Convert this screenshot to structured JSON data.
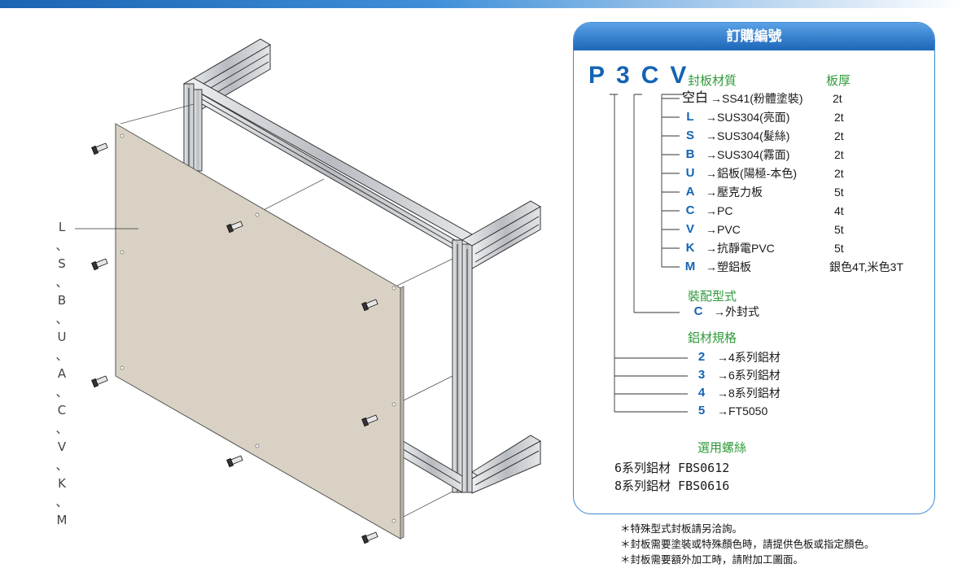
{
  "diagram": {
    "side_letters": [
      "L",
      "、",
      "S",
      "、",
      "B",
      "、",
      "U",
      "、",
      "A",
      "、",
      "C",
      "、",
      "V",
      "、",
      "K",
      "、",
      "M"
    ]
  },
  "order_panel": {
    "title": "訂購編號",
    "code_letters": [
      "P",
      "3",
      "C",
      "V"
    ],
    "cat_material": "封板材質",
    "cat_thickness": "板厚",
    "materials": [
      {
        "key": "空白",
        "desc": "→SS41(粉體塗裝)",
        "thick": "2t"
      },
      {
        "key": "L",
        "desc": "→SUS304(亮面)",
        "thick": "2t"
      },
      {
        "key": "S",
        "desc": "→SUS304(髮絲)",
        "thick": "2t"
      },
      {
        "key": "B",
        "desc": "→SUS304(霧面)",
        "thick": "2t"
      },
      {
        "key": "U",
        "desc": "→鋁板(陽極-本色)",
        "thick": "2t"
      },
      {
        "key": "A",
        "desc": "→壓克力板",
        "thick": "5t"
      },
      {
        "key": "C",
        "desc": "→PC",
        "thick": "4t"
      },
      {
        "key": "V",
        "desc": "→PVC",
        "thick": "5t"
      },
      {
        "key": "K",
        "desc": "→抗靜電PVC",
        "thick": "5t"
      },
      {
        "key": "M",
        "desc": "→塑鋁板",
        "thick": "銀色4T,米色3T"
      }
    ],
    "cat_assembly": "裝配型式",
    "assembly": [
      {
        "key": "C",
        "desc": "→外封式"
      }
    ],
    "cat_profile": "鋁材規格",
    "profiles": [
      {
        "key": "2",
        "desc": "→4系列鋁材"
      },
      {
        "key": "3",
        "desc": "→6系列鋁材"
      },
      {
        "key": "4",
        "desc": "→8系列鋁材"
      },
      {
        "key": "5",
        "desc": "→FT5050"
      }
    ],
    "cat_screw": "選用螺絲",
    "screws": [
      "6系列鋁材 FBS0612",
      "8系列鋁材 FBS0616"
    ]
  },
  "notes": [
    "＊特殊型式封板請另洽詢。",
    "＊封板需要塗裝或特殊顏色時，請提供色板或指定顏色。",
    "＊封板需要額外加工時，請附加工圖面。"
  ],
  "colors": {
    "accent": "#1464b4",
    "category": "#2f9a3a",
    "panel_fill": "#d8d1c4",
    "frame": "#c9ccd0"
  }
}
